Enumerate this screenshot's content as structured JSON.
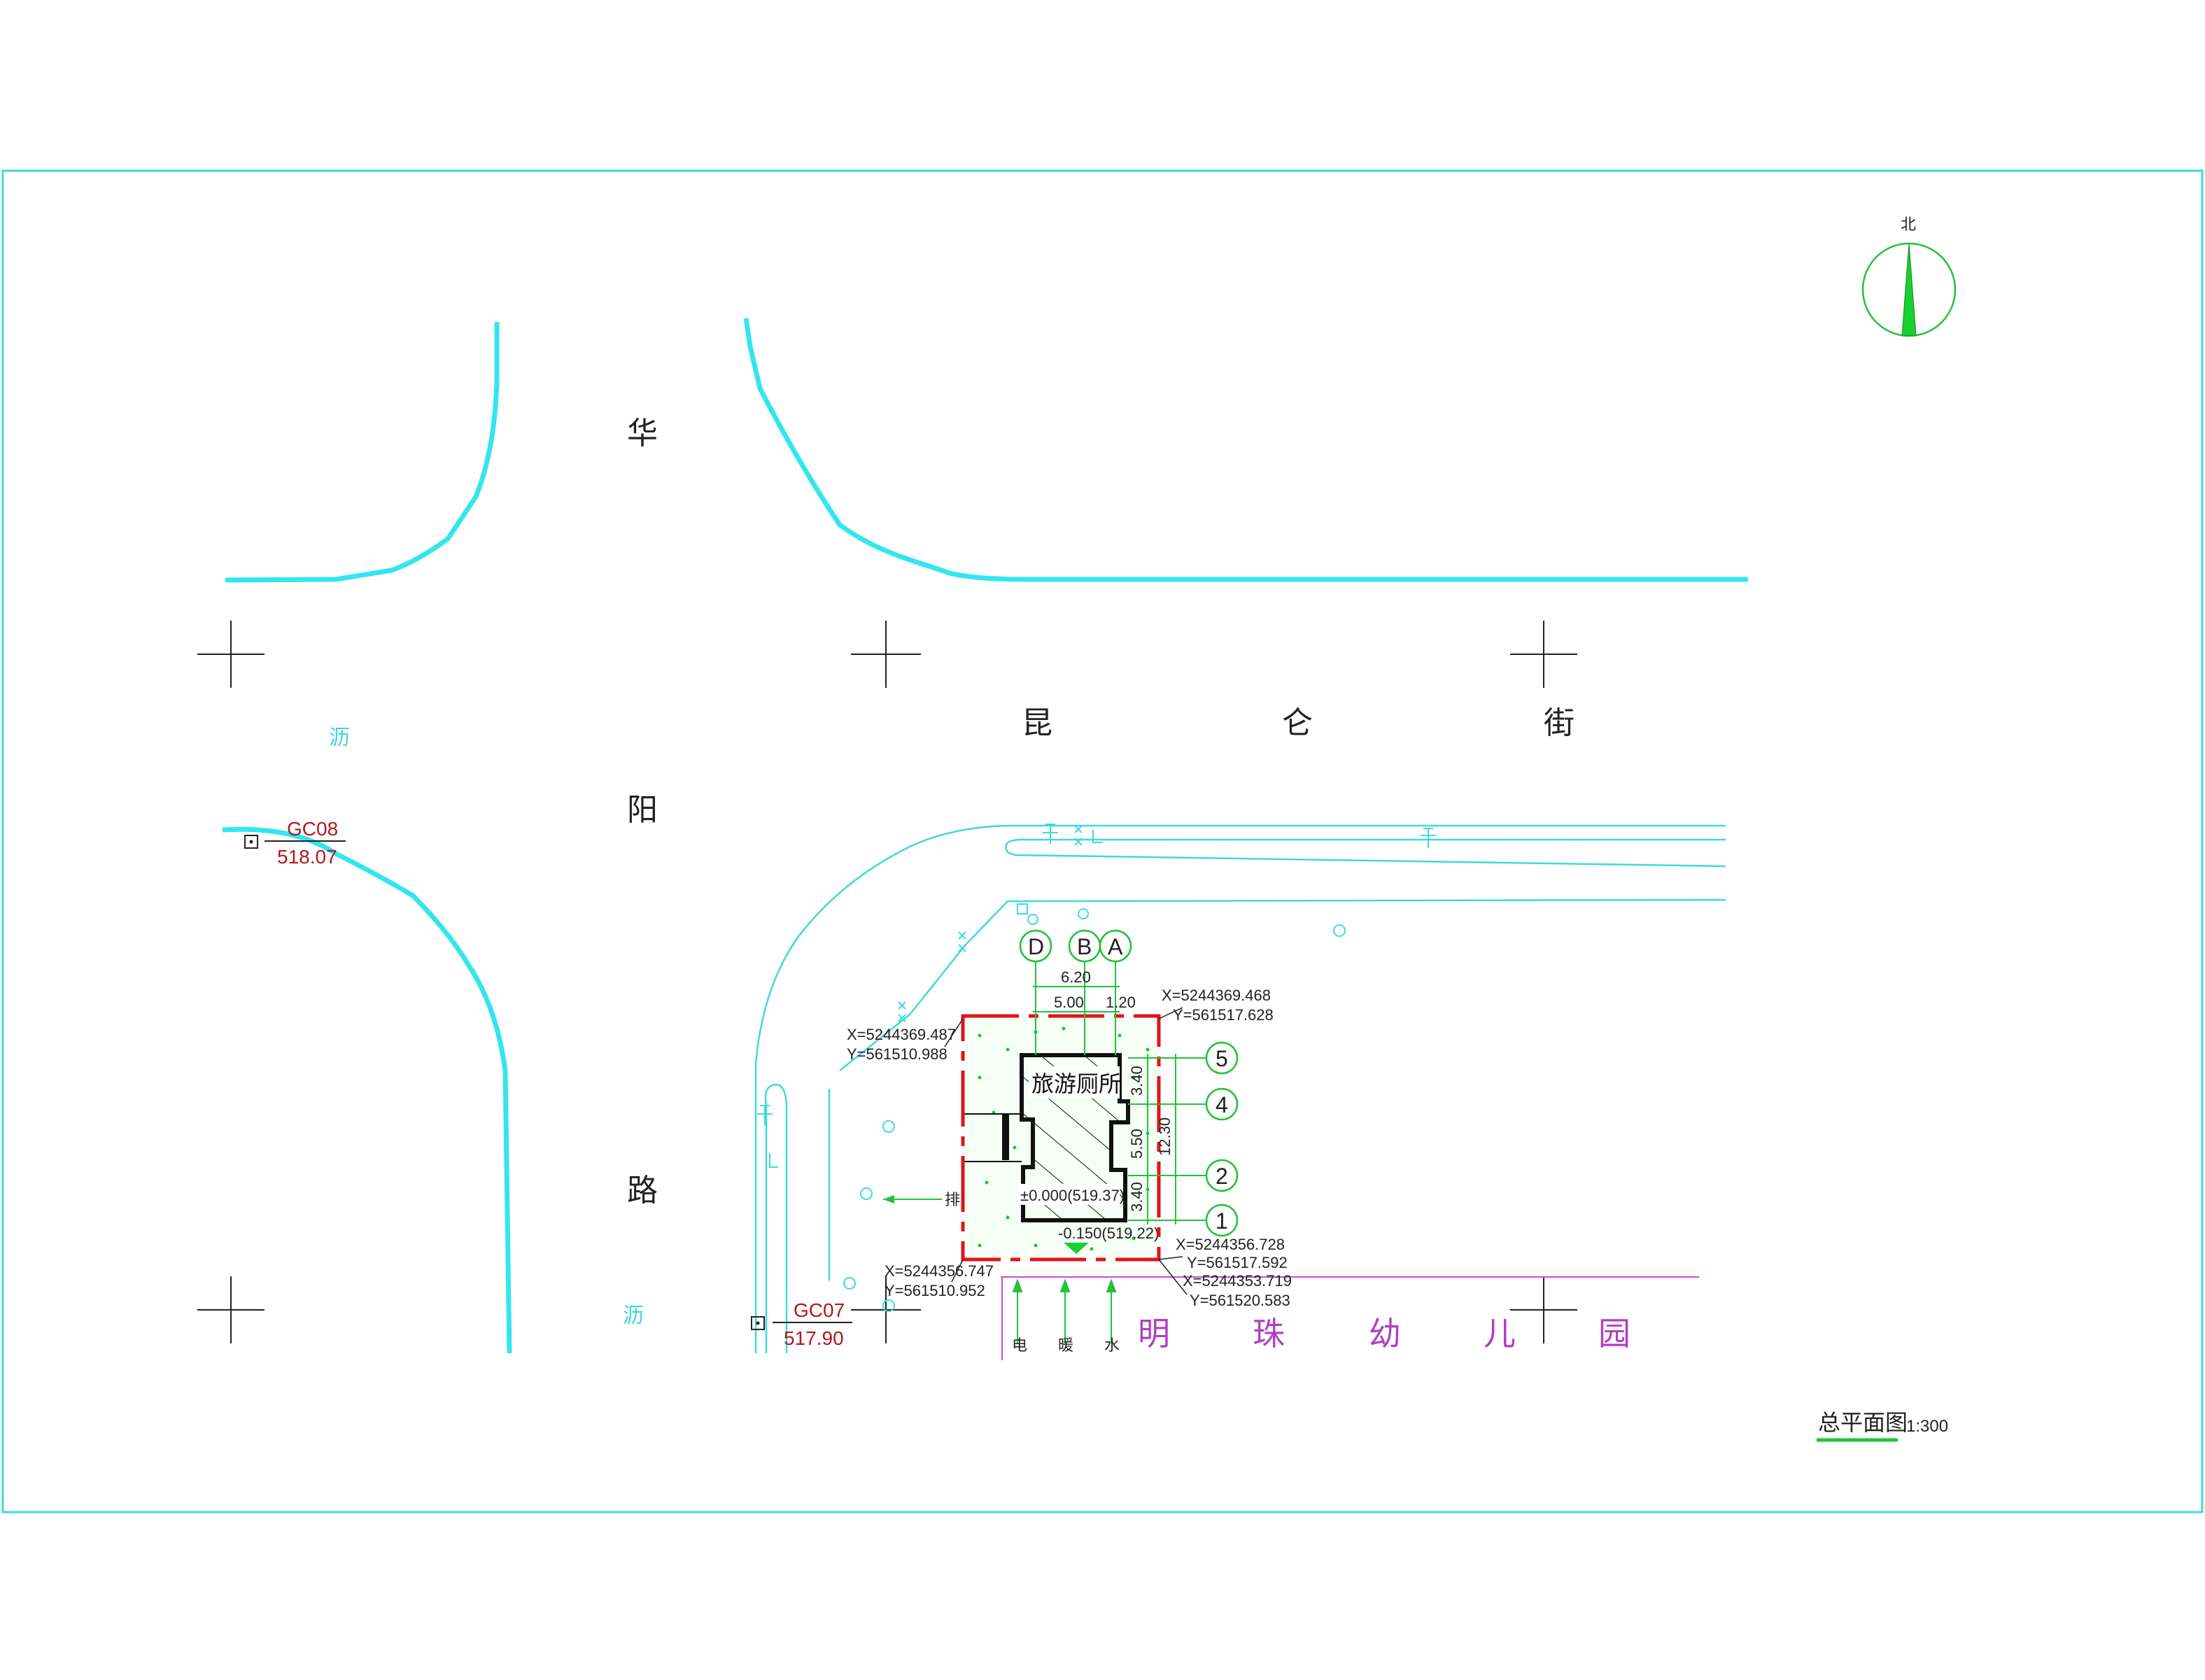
{
  "roads": {
    "huayang_chars": [
      "华",
      "阳",
      "路"
    ],
    "kunlun_chars": [
      "昆",
      "仑",
      "街"
    ],
    "kindergarten_chars": [
      "明",
      "珠",
      "幼",
      "儿",
      "园"
    ],
    "asphalt_left": "沥",
    "asphalt_bottom": "沥"
  },
  "north": {
    "label": "北"
  },
  "survey_points": [
    {
      "code": "GC08",
      "elevation": "518.07"
    },
    {
      "code": "GC07",
      "elevation": "517.90"
    }
  ],
  "coordinates": {
    "nw_x": "X=5244369.487",
    "nw_y": "Y=561510.988",
    "ne_x": "X=5244369.468",
    "ne_y": "Y=561517.628",
    "sw_x": "X=5244356.747",
    "sw_y": "Y=561510.952",
    "se_x": "X=5244356.728",
    "se_y": "Y=561517.592",
    "se2_x": "X=5244353.719",
    "se2_y": "Y=561520.583"
  },
  "building": {
    "name": "旅游厕所",
    "floor_level": "±0.000(519.37)",
    "outdoor_level": "-0.150(519.22)"
  },
  "axes": {
    "letters": [
      "D",
      "B",
      "A"
    ],
    "numbers": [
      "5",
      "4",
      "2",
      "1"
    ]
  },
  "dimensions": {
    "d_620": "6.20",
    "d_500": "5.00",
    "d_120": "1.20",
    "d_340a": "3.40",
    "d_550": "5.50",
    "d_340b": "3.40",
    "d_1230": "12.30"
  },
  "utilities": {
    "drain": "排",
    "electric": "电",
    "heating": "暖",
    "water": "水"
  },
  "title": {
    "name": "总平面图",
    "scale": "1:300"
  },
  "colors": {
    "frame": "#3fd9dc",
    "road": "#33e6ee",
    "redline": "#e0141c",
    "green": "#22c23a",
    "purple": "#c44fd0"
  }
}
